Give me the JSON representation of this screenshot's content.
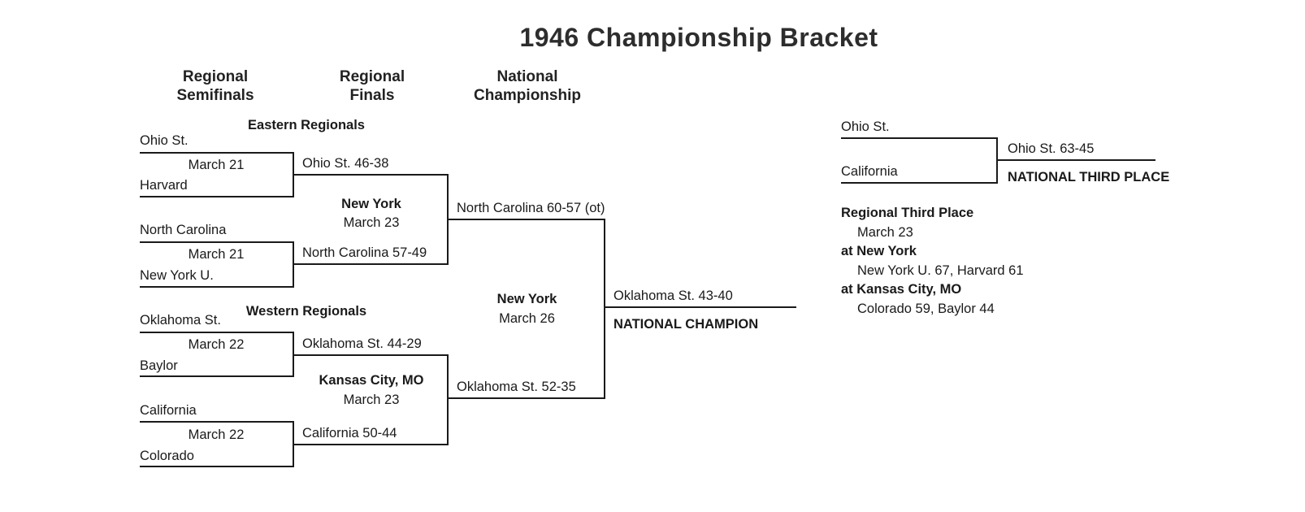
{
  "title": "1946 Championship Bracket",
  "round_headers": {
    "semifinals": "Regional\nSemifinals",
    "finals": "Regional\nFinals",
    "championship": "National\nChampionship"
  },
  "east": {
    "label": "Eastern Regionals",
    "game1": {
      "top": "Ohio St.",
      "date": "March 21",
      "bottom": "Harvard",
      "winner": "Ohio St. 46-38"
    },
    "game2": {
      "top": "North Carolina",
      "date": "March 21",
      "bottom": "New York U.",
      "winner": "North Carolina 57-49"
    },
    "final": {
      "site": "New York",
      "date": "March 23",
      "winner": "North Carolina 60-57 (ot)"
    }
  },
  "west": {
    "label": "Western Regionals",
    "game1": {
      "top": "Oklahoma St.",
      "date": "March 22",
      "bottom": "Baylor",
      "winner": "Oklahoma St. 44-29"
    },
    "game2": {
      "top": "California",
      "date": "March 22",
      "bottom": "Colorado",
      "winner": "California 50-44"
    },
    "final": {
      "site": "Kansas City, MO",
      "date": "March 23",
      "winner": "Oklahoma St. 52-35"
    }
  },
  "championship": {
    "site": "New York",
    "date": "March 26",
    "winner": "Oklahoma St. 43-40",
    "champion_label": "NATIONAL CHAMPION"
  },
  "third_place": {
    "top": "Ohio St.",
    "bottom": "California",
    "winner": "Ohio St. 63-45",
    "label": "NATIONAL THIRD PLACE"
  },
  "regional_third_place": {
    "heading": "Regional Third Place",
    "date": "March 23",
    "site1": "at New York",
    "result1": "New York U. 67, Harvard 61",
    "site2": "at Kansas City, MO",
    "result2": "Colorado 59, Baylor 44"
  }
}
